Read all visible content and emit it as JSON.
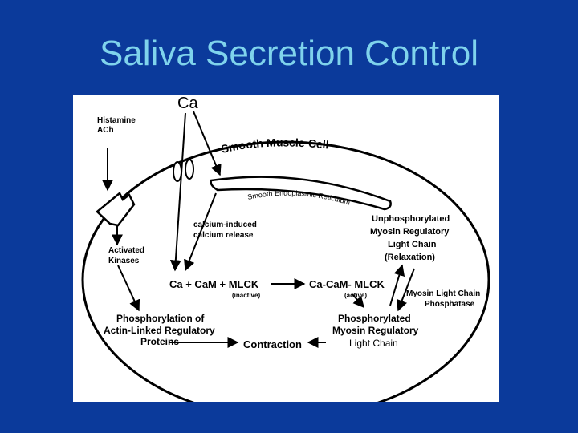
{
  "slide_title": "Saliva Secretion Control",
  "labels": {
    "ca_ion": "Ca",
    "histamine": "Histamine",
    "ach": "ACh",
    "smooth_muscle_cell": "Smooth Muscle Cell",
    "ser": "Smooth Endoplasmic Reticulum",
    "cicr_1": "calcium-induced",
    "cicr_2": "calcium release",
    "activated": "Activated",
    "kinases": "Kinases",
    "unphos_1": "Unphosphorylated",
    "unphos_2": "Myosin Regulatory",
    "unphos_3": "Light Chain",
    "relaxation": "(Relaxation)",
    "inactive_complex": "Ca + CaM + MLCK",
    "inactive": "(inactive)",
    "active_complex": "Ca-CaM- MLCK",
    "active": "(active)",
    "mlcp_1": "Myosin Light Chain",
    "mlcp_2": "Phosphatase",
    "actin_1": "Phosphorylation of",
    "actin_2": "Actin-Linked Regulatory",
    "actin_3": "Proteins",
    "contraction": "Contraction",
    "phos_1": "Phosphorylated",
    "phos_2": "Myosin Regulatory",
    "phos_3": "Light Chain"
  }
}
